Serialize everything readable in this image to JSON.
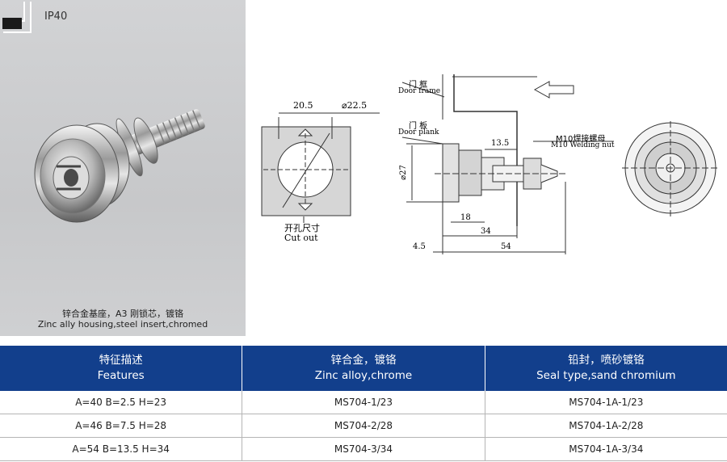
{
  "badge": {
    "text": "IP40"
  },
  "photo": {
    "caption_cn": "锌合金基座，A3 刚锁芯，镀铬",
    "caption_en": "Zinc ally housing,steel insert,chromed"
  },
  "cutout": {
    "dim_width": "20.5",
    "dim_diameter": "⌀22.5",
    "label_cn": "开孔尺寸",
    "label_en": "Cut out"
  },
  "side_view": {
    "door_frame_cn": "门 框",
    "door_frame_en": "Door frame",
    "door_plank_cn": "门 板",
    "door_plank_en": "Door plank",
    "nut_cn": "M10焊接螺母",
    "nut_en": "M10 Welding nut",
    "dim_13_5": "13.5",
    "dim_27": "⌀27",
    "dim_18": "18",
    "dim_34": "34",
    "dim_4_5": "4.5",
    "dim_54": "54"
  },
  "table": {
    "headers": [
      {
        "cn": "特征描述",
        "en": "Features"
      },
      {
        "cn": "锌合金，镀铬",
        "en": "Zinc alloy,chrome"
      },
      {
        "cn": "铅封，喷砂镀铬",
        "en": "Seal type,sand chromium"
      }
    ],
    "rows": [
      [
        "A=40  B=2.5  H=23",
        "MS704-1/23",
        "MS704-1A-1/23"
      ],
      [
        "A=46  B=7.5  H=28",
        "MS704-2/28",
        "MS704-1A-2/28"
      ],
      [
        "A=54  B=13.5  H=34",
        "MS704-3/34",
        "MS704-1A-3/34"
      ]
    ]
  },
  "colors": {
    "header_blue": "#123f8c",
    "photo_bg": "#c9cacc"
  }
}
